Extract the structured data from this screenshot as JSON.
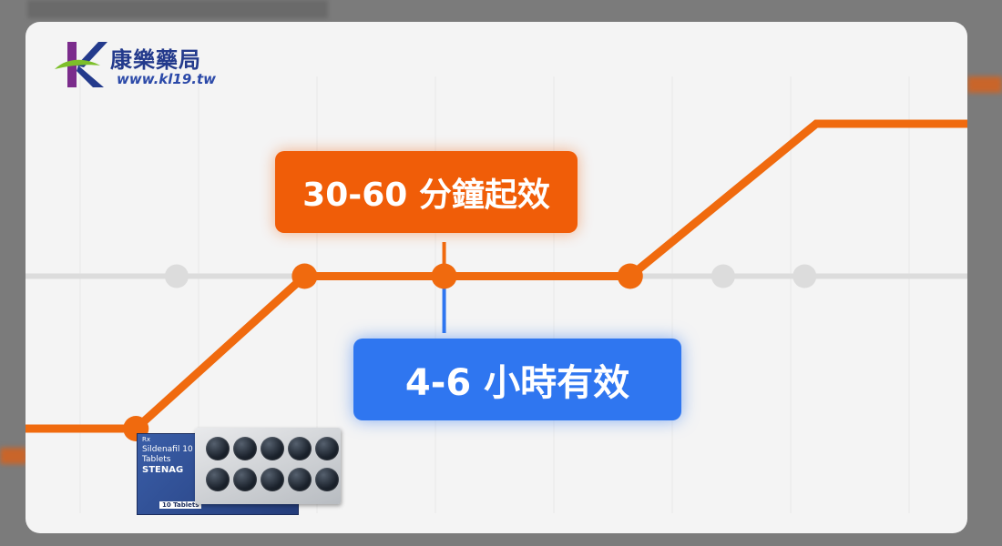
{
  "branding": {
    "logo_letter": "K",
    "store_name": "康樂藥局",
    "website": "www.kl19.tw",
    "colors": {
      "navy": "#233a8c",
      "green": "#7dbf2a"
    }
  },
  "callouts": {
    "onset": {
      "label": "30-60 分鐘起效",
      "color": "#f05d08"
    },
    "duration": {
      "label": "4-6 小時有效",
      "color": "#2f76f0"
    }
  },
  "product": {
    "rx_mark": "Rx",
    "line1": "Sildenafil 10",
    "line2": "Tablets",
    "brand": "STENAG",
    "count": "10 Tablets",
    "pill_count": 10
  },
  "chart_data": {
    "type": "line",
    "series": [
      {
        "x": [
          0,
          0.95,
          2.4,
          3.6,
          5.2,
          6.8,
          8.1
        ],
        "y": [
          0,
          0,
          1,
          1,
          1,
          2,
          2
        ]
      }
    ],
    "highlight_points": [
      0.95,
      2.4,
      3.6,
      5.2
    ],
    "inactive_points": [
      1.3,
      6.0,
      6.7
    ],
    "xlim": [
      0,
      8.1
    ],
    "ylim": [
      0,
      2
    ],
    "colors": {
      "line": "#f06a0e",
      "axis": "#dcdcdc",
      "inactive_point": "#dcdcdc"
    }
  }
}
